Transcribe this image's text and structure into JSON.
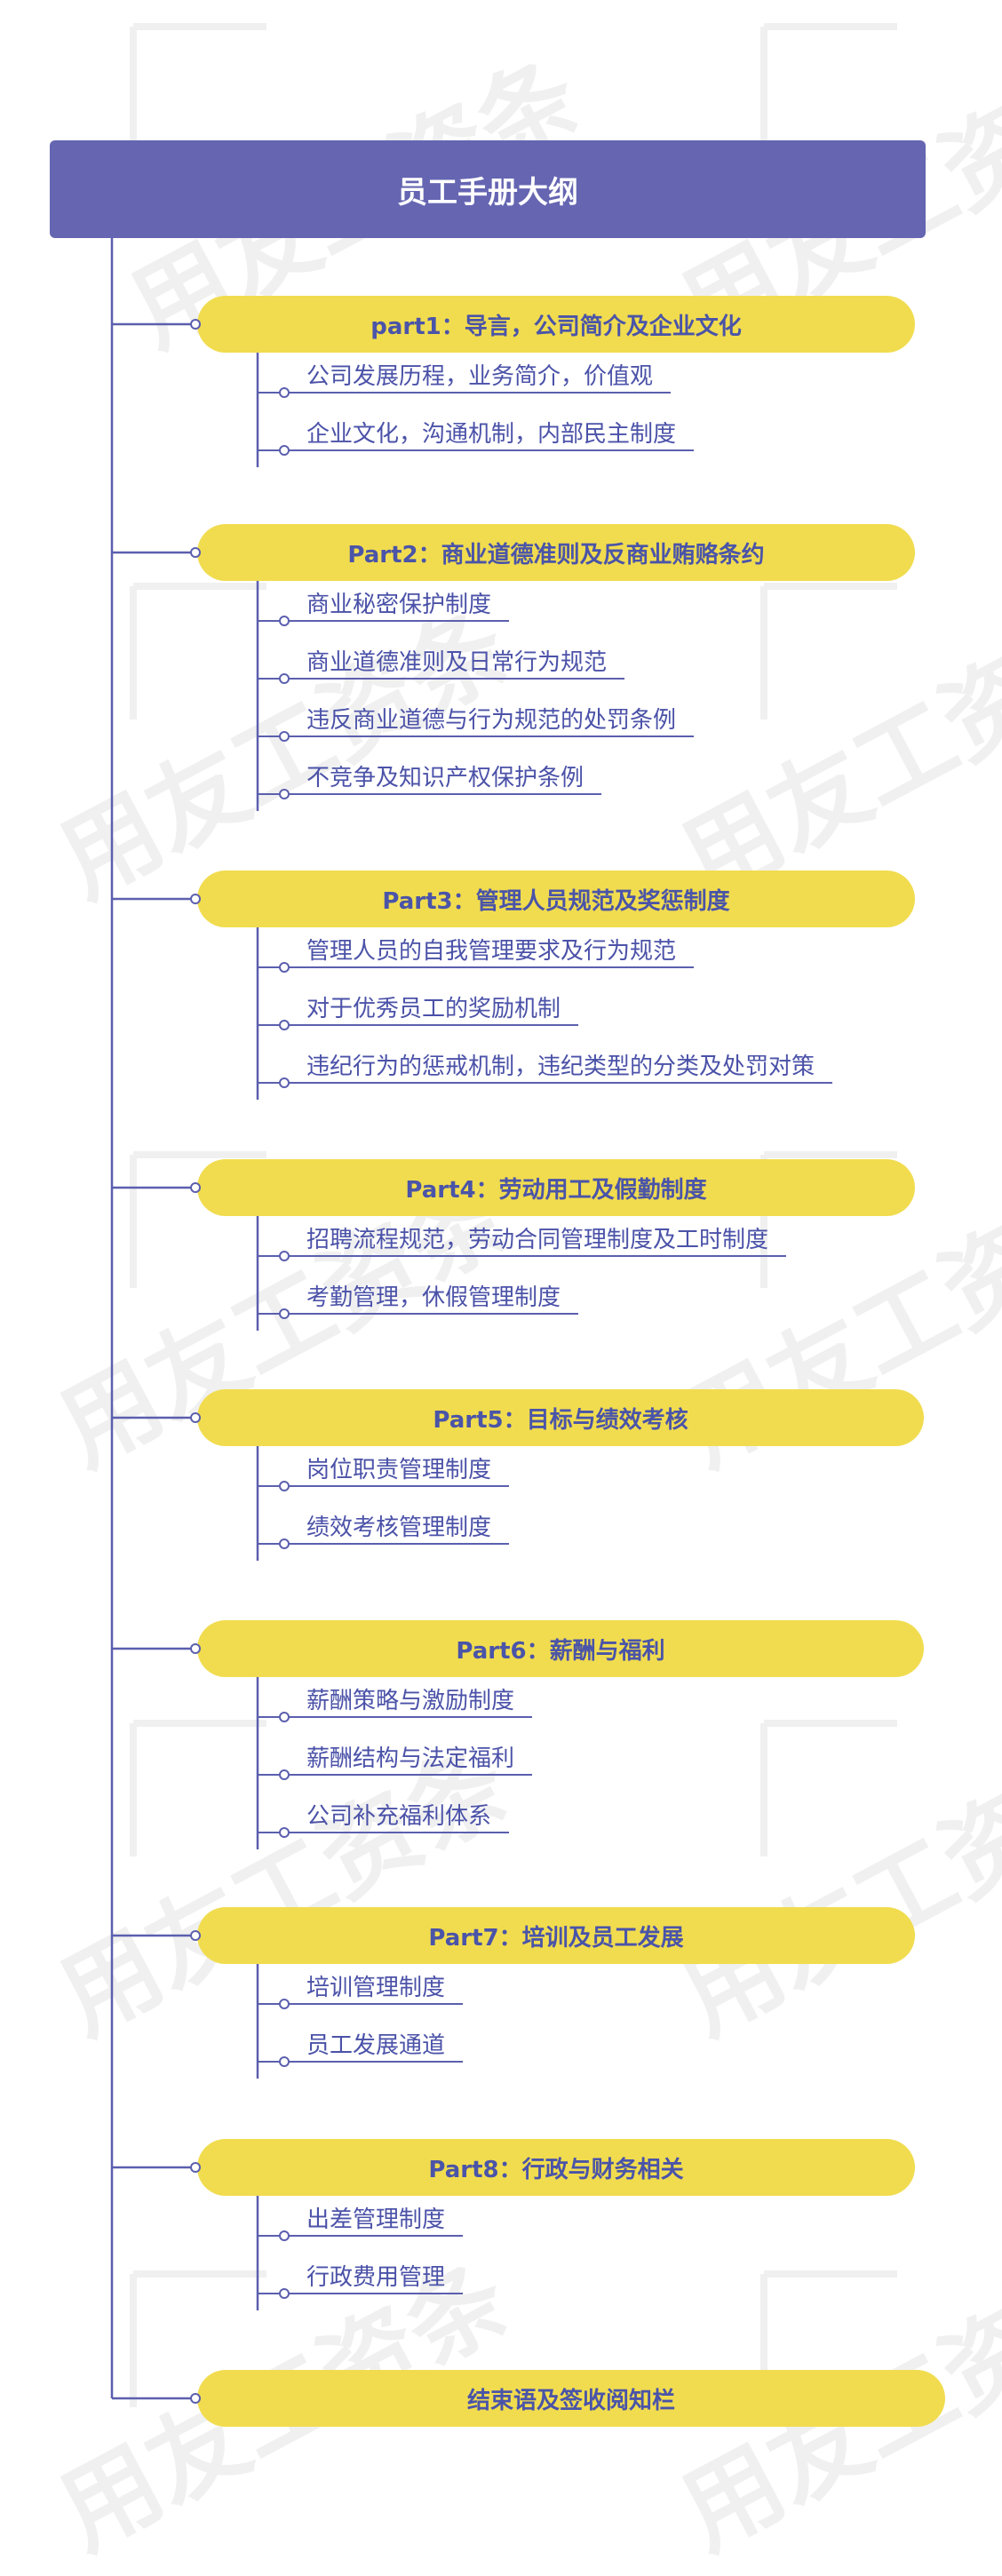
{
  "title": "员工手册大纲",
  "watermark": "用友工资条",
  "colors": {
    "header": "#6565b2",
    "pill": "#f1dc4f",
    "text": "#4b52a8",
    "line": "#5b5fae"
  },
  "sections": [
    {
      "label": "part1：导言，公司简介及企业文化",
      "items": [
        "公司发展历程，业务简介，价值观",
        "企业文化，沟通机制，内部民主制度"
      ]
    },
    {
      "label": "Part2：商业道德准则及反商业贿赂条约",
      "items": [
        "商业秘密保护制度",
        "商业道德准则及日常行为规范",
        "违反商业道德与行为规范的处罚条例",
        "不竞争及知识产权保护条例"
      ]
    },
    {
      "label": "Part3：管理人员规范及奖惩制度",
      "items": [
        "管理人员的自我管理要求及行为规范",
        "对于优秀员工的奖励机制",
        "违纪行为的惩戒机制，违纪类型的分类及处罚对策"
      ]
    },
    {
      "label": "Part4：劳动用工及假勤制度",
      "items": [
        "招聘流程规范，劳动合同管理制度及工时制度",
        "考勤管理，休假管理制度"
      ]
    },
    {
      "label": "Part5：目标与绩效考核",
      "items": [
        "岗位职责管理制度",
        "绩效考核管理制度"
      ]
    },
    {
      "label": "Part6：薪酬与福利",
      "items": [
        "薪酬策略与激励制度",
        "薪酬结构与法定福利",
        "公司补充福利体系"
      ]
    },
    {
      "label": "Part7：培训及员工发展",
      "items": [
        "培训管理制度",
        "员工发展通道"
      ]
    },
    {
      "label": "Part8：行政与财务相关",
      "items": [
        "出差管理制度",
        "行政费用管理"
      ]
    },
    {
      "label": "结束语及签收阅知栏",
      "items": []
    }
  ]
}
